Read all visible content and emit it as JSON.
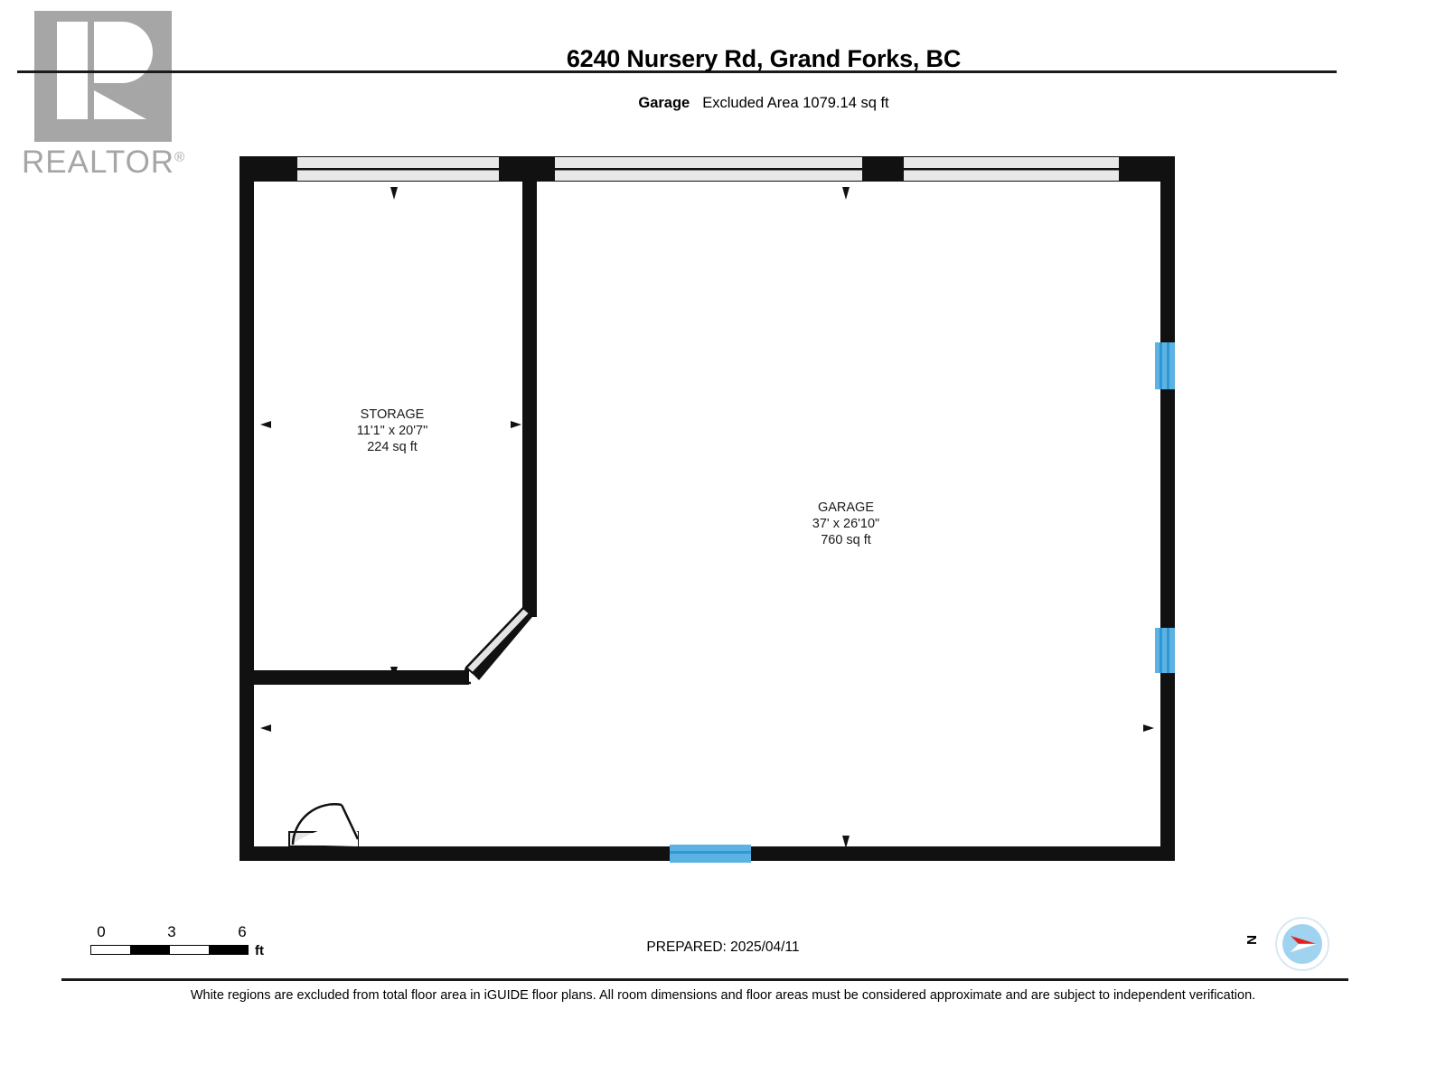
{
  "header": {
    "logo_word": "REALTOR",
    "logo_reg": "®",
    "logo_letter": "R",
    "title": "6240 Nursery Rd, Grand Forks, BC",
    "level_label": "Garage",
    "area_label": "Excluded Area 1079.14 sq ft"
  },
  "plan": {
    "rooms": [
      {
        "name": "STORAGE",
        "dimensions": "11'1\" x 20'7\"",
        "area": "224 sq ft"
      },
      {
        "name": "GARAGE",
        "dimensions": "37' x 26'10\"",
        "area": "760 sq ft"
      }
    ],
    "colors": {
      "wall": "#111111",
      "window_fill": "#e8e8e8",
      "window_blue": "#5cb3e3",
      "window_blue_dark": "#2f97d6",
      "door_fill": "#e2e2e2",
      "background": "#ffffff"
    }
  },
  "footer": {
    "scale_ticks": [
      "0",
      "3",
      "6"
    ],
    "scale_unit": "ft",
    "prepared": "PREPARED: 2025/04/11",
    "compass_label": "N",
    "disclaimer": "White regions are excluded from total floor area in iGUIDE floor plans. All room dimensions and floor areas must be considered approximate and are subject to independent verification."
  }
}
